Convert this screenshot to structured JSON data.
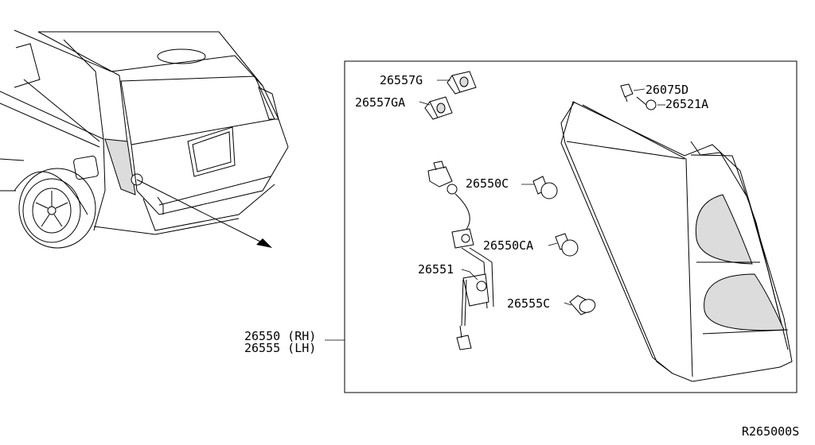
{
  "diagram_code": "R265000S",
  "parts": [
    {
      "id": "p-26557g",
      "number": "26557G"
    },
    {
      "id": "p-26557ga",
      "number": "26557GA"
    },
    {
      "id": "p-26075d",
      "number": "26075D"
    },
    {
      "id": "p-26521a",
      "number": "26521A"
    },
    {
      "id": "p-26550c",
      "number": "26550C"
    },
    {
      "id": "p-26550ca",
      "number": "26550CA"
    },
    {
      "id": "p-26551",
      "number": "26551"
    },
    {
      "id": "p-26555c",
      "number": "26555C"
    },
    {
      "id": "p-26550-rh",
      "number": "26550 (RH)"
    },
    {
      "id": "p-26555-lh",
      "number": "26555 (LH)"
    }
  ]
}
